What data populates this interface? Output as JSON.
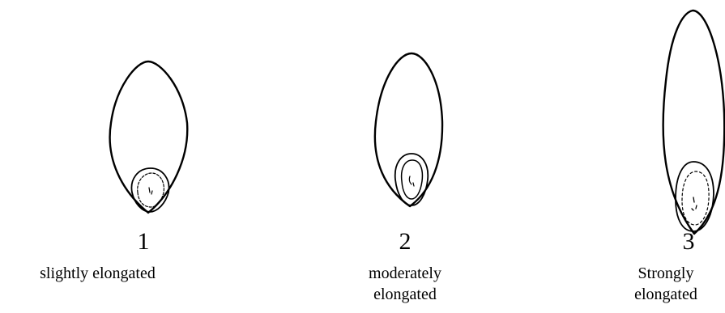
{
  "items": [
    {
      "number": "1",
      "caption_lines": [
        "slightly elongated"
      ]
    },
    {
      "number": "2",
      "caption_lines": [
        "moderately",
        "elongated"
      ]
    },
    {
      "number": "3",
      "caption_lines": [
        "Strongly",
        "elongated"
      ]
    }
  ]
}
